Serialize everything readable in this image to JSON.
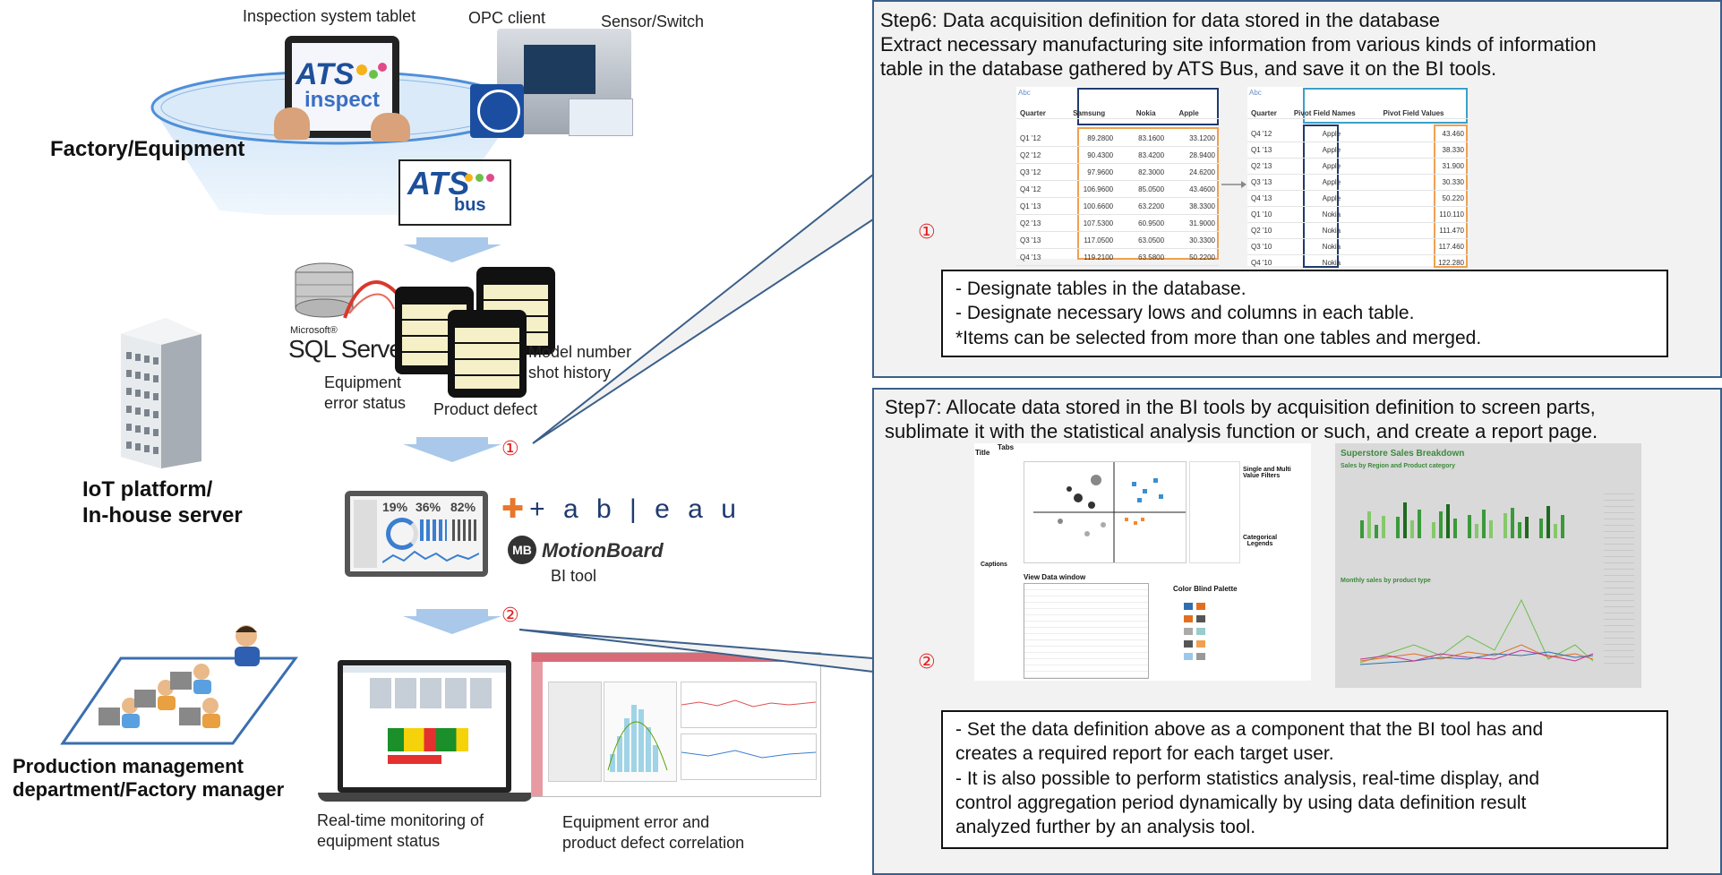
{
  "left": {
    "device_labels": {
      "tablet": "Inspection system tablet",
      "opc": "OPC client",
      "sensor": "Sensor/Switch"
    },
    "factory_label": "Factory/Equipment",
    "ats_logo_text": "ATS",
    "bus_logo_text": "bus",
    "inspect_logo_text": "inspect",
    "sql_vendor": "Microsoft®",
    "sql_text": "SQL Server",
    "db_labels": {
      "equipment_error": "Equipment\nerror status",
      "model_number": "Model number\nshot history",
      "product_defect": "Product defect"
    },
    "iot_label": "IoT platform/\nIn-house server",
    "tableau_text": "+ a b | e a u",
    "motionboard_text": "MotionBoard",
    "bi_tool_label": "BI tool",
    "dashboard_pcts": [
      "19%",
      "36%",
      "82%"
    ],
    "marker1": "①",
    "marker2": "②",
    "prod_label": "Production management\ndepartment/Factory manager",
    "realtime_label": "Real-time monitoring of\nequipment status",
    "correlation_label": "Equipment error and\nproduct defect correlation"
  },
  "step6": {
    "text": "Step6: Data acquisition definition for data stored in the database\nExtract necessary manufacturing site information from various kinds of information\ntable in the database gathered by ATS Bus, and save it on the BI tools.",
    "marker": "①",
    "note": "- Designate tables in the database.\n- Designate necessary lows and columns in each table.\n*Items can be selected from more than one tables and merged.",
    "table_left": {
      "headers": [
        "Quarter",
        "Samsung",
        "Nokia",
        "Apple"
      ],
      "rows": [
        [
          "Q1 '12",
          "89.2800",
          "83.1600",
          "33.1200"
        ],
        [
          "Q2 '12",
          "90.4300",
          "83.4200",
          "28.9400"
        ],
        [
          "Q3 '12",
          "97.9600",
          "82.3000",
          "24.6200"
        ],
        [
          "Q4 '12",
          "106.9600",
          "85.0500",
          "43.4600"
        ],
        [
          "Q1 '13",
          "100.6600",
          "63.2200",
          "38.3300"
        ],
        [
          "Q2 '13",
          "107.5300",
          "60.9500",
          "31.9000"
        ],
        [
          "Q3 '13",
          "117.0500",
          "63.0500",
          "30.3300"
        ],
        [
          "Q4 '13",
          "119.2100",
          "63.5800",
          "50.2200"
        ]
      ]
    },
    "table_right": {
      "headers": [
        "Quarter",
        "Pivot Field Names",
        "Pivot Field Values"
      ],
      "rows": [
        [
          "Q4 '12",
          "Apple",
          "43.460"
        ],
        [
          "Q1 '13",
          "Apple",
          "38.330"
        ],
        [
          "Q2 '13",
          "Apple",
          "31.900"
        ],
        [
          "Q3 '13",
          "Apple",
          "30.330"
        ],
        [
          "Q4 '13",
          "Apple",
          "50.220"
        ],
        [
          "Q1 '10",
          "Nokia",
          "110.110"
        ],
        [
          "Q2 '10",
          "Nokia",
          "111.470"
        ],
        [
          "Q3 '10",
          "Nokia",
          "117.460"
        ],
        [
          "Q4 '10",
          "Nokia",
          "122.280"
        ]
      ]
    }
  },
  "step7": {
    "text": "Step7: Allocate data stored in the BI tools by acquisition definition to screen parts,\nsublimate it with the statistical analysis function or such, and create a report page.",
    "marker": "②",
    "note": "- Set the data definition above as a component that the BI tool has and\ncreates a required report for each target user.\n- It is also possible to perform statistics analysis, real-time display, and\ncontrol aggregation period dynamically by using data definition result\nanalyzed further by an analysis tool.",
    "callouts": {
      "tabs": "Tabs",
      "title": "Title",
      "filters": "Single and Multi\nValue Filters",
      "legends": "Categorical\nLegends",
      "captions": "Captions",
      "view_data": "View Data window",
      "palette": "Color Blind Palette"
    },
    "superstore": {
      "title": "Superstore Sales Breakdown",
      "subtitle": "Sales by Region and Product category",
      "monthly": "Monthly sales by product type"
    }
  },
  "colors": {
    "panel_border": "#3b5f8a",
    "panel_bg": "#f2f2f2",
    "marker_red": "#e02020",
    "arrow_blue": "#a9c8ea",
    "orange": "#f0a050",
    "navy": "#1f3a6e"
  }
}
